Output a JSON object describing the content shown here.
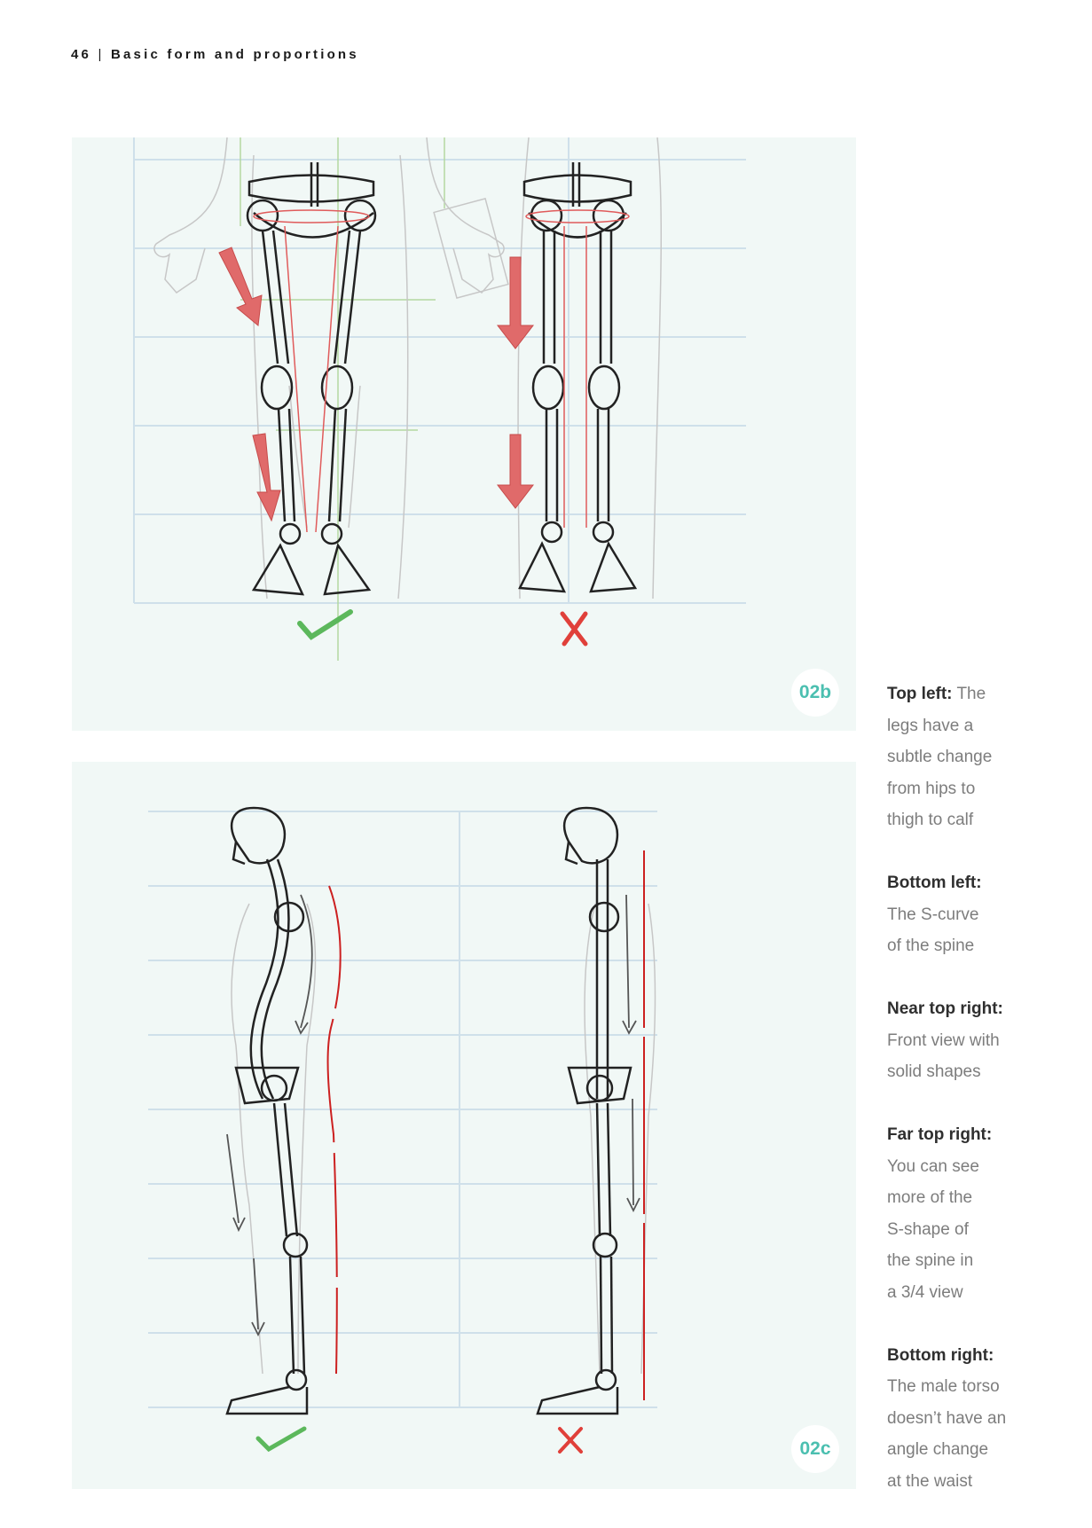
{
  "header": {
    "page_number": "46",
    "separator": "|",
    "title": "Basic form and proportions"
  },
  "figures": [
    {
      "label": "02b"
    },
    {
      "label": "02c"
    }
  ],
  "captions": [
    {
      "title": "Top left:",
      "lines": [
        "The",
        "legs have a",
        "subtle change",
        "from hips to",
        "thigh to calf"
      ]
    },
    {
      "title": "Bottom left:",
      "lines": [
        "The S-curve",
        "of the spine"
      ]
    },
    {
      "title": "Near top right:",
      "lines": [
        "Front view with",
        "solid shapes"
      ]
    },
    {
      "title": "Far top right:",
      "lines": [
        "You can see",
        "more of the",
        "S-shape of",
        "the spine in",
        "a 3/4 view"
      ]
    },
    {
      "title": "Bottom right:",
      "lines": [
        "The male torso",
        "doesn’t have an",
        "angle change",
        "at the waist"
      ]
    }
  ],
  "colors": {
    "accent_teal": "#4bbfb0",
    "arrow_red": "#e06a6a",
    "check_green": "#5cb85c",
    "cross_red": "#e0403a"
  }
}
